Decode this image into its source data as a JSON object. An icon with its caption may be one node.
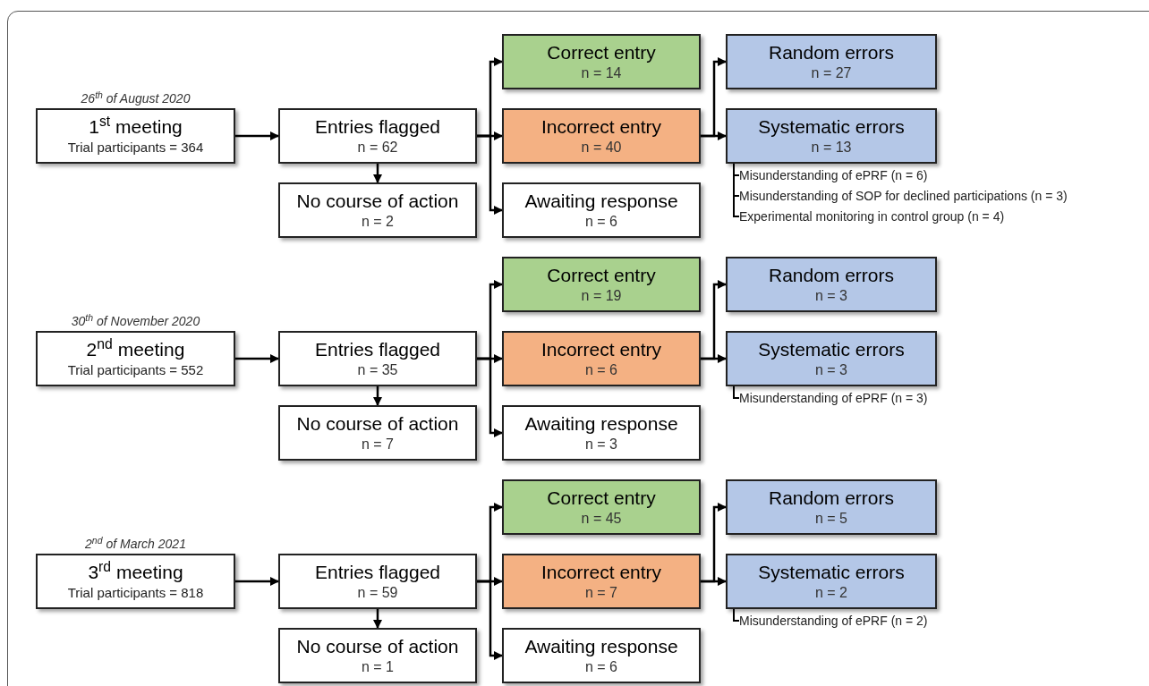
{
  "diagram": {
    "nodes": [
      {
        "text": [
          "1$^{st}$ meeting",
          "Trial participants = 364"
        ],
        "beside": [
          "26$^{th}$ of August 2020"
        ]
      },
      {
        "text": [
          "Entries flagged",
          "n = 62"
        ]
      },
      {
        "text": [
          "Correct entry",
          "n = 14"
        ]
      },
      {
        "text": [
          "Incorrect entry",
          "n = 40"
        ]
      },
      {
        "text": [
          "Awaiting response",
          "n = 6"
        ]
      },
      {
        "text": [
          "No course of action",
          "n = 2"
        ]
      },
      {
        "text": [
          "Random errors",
          "n = 27"
        ]
      },
      {
        "text": [
          "Systematic errors",
          "n = 13"
        ]
      },
      {
        "text": [
          "Misunderstanding of ePRF (n = 6)"
        ]
      },
      {
        "text": [
          "Misunderstanding of SOP for declined participations (n = 3)"
        ]
      },
      {
        "text": [
          "Experimental monitoring in control group (n = 4)"
        ]
      },
      {
        "text": [
          "2$^{nd}$ meeting",
          "Trial participants = 552"
        ],
        "beside": [
          "30$^{th}$ of November 2020"
        ]
      },
      {
        "text": [
          "Entries flagged",
          "n = 35"
        ]
      },
      {
        "text": [
          "Correct entry",
          "n = 19"
        ]
      },
      {
        "text": [
          "Incorrect entry",
          "n = 6"
        ]
      },
      {
        "text": [
          "Awaiting response",
          "n = 3"
        ]
      },
      {
        "text": [
          "No course of action",
          "n = 7"
        ]
      },
      {
        "text": [
          "Random errors",
          "n = 3"
        ]
      },
      {
        "text": [
          "Systematic errors",
          "n = 3"
        ]
      },
      {
        "text": [
          "Misunderstanding of ePRF (n = 3)"
        ]
      },
      {
        "text": [
          "3$^{rd}$ meeting",
          "Trial participants = 818"
        ],
        "beside": [
          "2$^{nd}$ of March 2021"
        ]
      },
      {
        "text": [
          "Entries flagged",
          "n = 59"
        ]
      },
      {
        "text": [
          "Correct entry",
          "n = 45"
        ]
      },
      {
        "text": [
          "Incorrect entry",
          "n = 7"
        ]
      },
      {
        "text": [
          "Awaiting response",
          "n = 6"
        ]
      },
      {
        "text": [
          "No course of action",
          "n = 1"
        ]
      },
      {
        "text": [
          "Random errors",
          "n = 5"
        ]
      },
      {
        "text": [
          "Systematic errors",
          "n = 2"
        ]
      },
      {
        "text": [
          "Misunderstanding of ePRF (n = 2)"
        ]
      }
    ],
    "edges": [
      {
        "from": 0,
        "to": 1,
        "arrow": "to"
      },
      {
        "from": 1,
        "to": 5,
        "arrow": "to"
      },
      {
        "from": 1,
        "to": 2,
        "arrow": "to"
      },
      {
        "from": 1,
        "to": 3,
        "arrow": "to"
      },
      {
        "from": 1,
        "to": 4,
        "arrow": "to"
      },
      {
        "from": 3,
        "to": 6,
        "arrow": "to"
      },
      {
        "from": 3,
        "to": 7,
        "arrow": "to"
      },
      {
        "from": 7,
        "to": 8,
        "arrow": "none"
      },
      {
        "from": 7,
        "to": 9,
        "arrow": "none"
      },
      {
        "from": 7,
        "to": 10,
        "arrow": "none"
      },
      {
        "from": 11,
        "to": 12,
        "arrow": "to"
      },
      {
        "from": 12,
        "to": 16,
        "arrow": "to"
      },
      {
        "from": 12,
        "to": 13,
        "arrow": "to"
      },
      {
        "from": 12,
        "to": 14,
        "arrow": "to"
      },
      {
        "from": 12,
        "to": 15,
        "arrow": "to"
      },
      {
        "from": 14,
        "to": 17,
        "arrow": "to"
      },
      {
        "from": 14,
        "to": 18,
        "arrow": "to"
      },
      {
        "from": 18,
        "to": 19,
        "arrow": "none"
      },
      {
        "from": 20,
        "to": 21,
        "arrow": "to"
      },
      {
        "from": 21,
        "to": 25,
        "arrow": "to"
      },
      {
        "from": 21,
        "to": 22,
        "arrow": "to"
      },
      {
        "from": 21,
        "to": 23,
        "arrow": "to"
      },
      {
        "from": 21,
        "to": 24,
        "arrow": "to"
      },
      {
        "from": 23,
        "to": 26,
        "arrow": "to"
      },
      {
        "from": 23,
        "to": 27,
        "arrow": "to"
      },
      {
        "from": 27,
        "to": 28,
        "arrow": "none"
      }
    ]
  }
}
